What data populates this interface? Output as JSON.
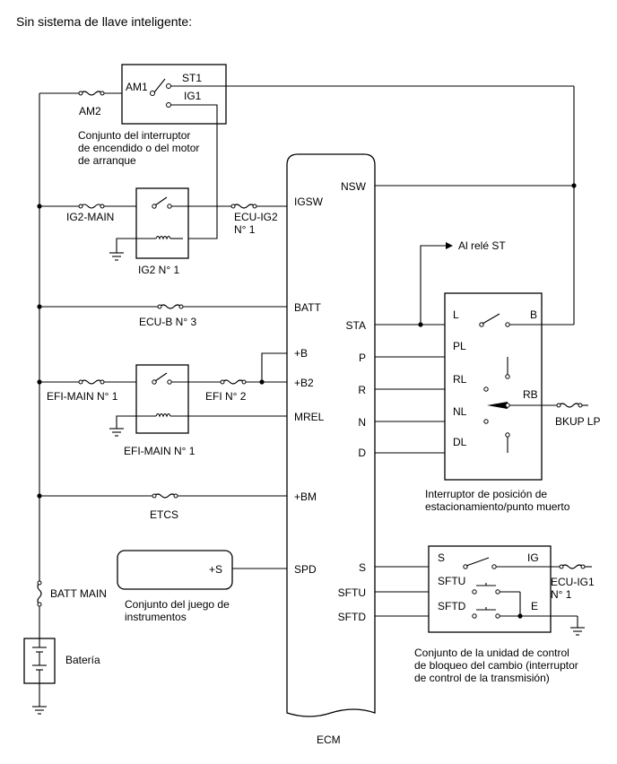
{
  "title": "Sin sistema de llave inteligente:",
  "ecm": {
    "name": "ECM",
    "left_pins": [
      "IGSW",
      "BATT",
      "+B",
      "+B2",
      "MREL",
      "+BM",
      "SPD"
    ],
    "right_pins": [
      "NSW",
      "STA",
      "P",
      "R",
      "N",
      "D",
      "S",
      "SFTU",
      "SFTD"
    ]
  },
  "fuses": {
    "am2": "AM2",
    "ig2_main": "IG2-MAIN",
    "ecu_ig2": "ECU-IG2",
    "ecu_ig2_no": "N° 1",
    "ecu_b": "ECU-B N° 3",
    "efi_main": "EFI-MAIN N° 1",
    "efi_no2": "EFI N° 2",
    "etcs": "ETCS",
    "batt_main": "BATT MAIN",
    "bkup_lp": "BKUP LP",
    "ecu_ig1": "ECU-IG1",
    "ecu_ig1_no": "N° 1"
  },
  "ignition_switch": {
    "am1": "AM1",
    "st1": "ST1",
    "ig1": "IG1",
    "caption": [
      "Conjunto del interruptor",
      "de encendido o del motor",
      "de arranque"
    ]
  },
  "relays": {
    "ig2": "IG2 N° 1",
    "efi": "EFI-MAIN N° 1"
  },
  "st_relay_label": "Al relé ST",
  "park_neutral_switch": {
    "pins": {
      "l": "L",
      "b": "B",
      "pl": "PL",
      "rl": "RL",
      "rb": "RB",
      "nl": "NL",
      "dl": "DL"
    },
    "caption": [
      "Interruptor de posición de",
      "estacionamiento/punto muerto"
    ]
  },
  "instrument_cluster": {
    "pin": "+S",
    "caption": [
      "Conjunto del juego de",
      "instrumentos"
    ]
  },
  "shift_lock": {
    "pins": {
      "s": "S",
      "ig": "IG",
      "sftu": "SFTU",
      "sftd": "SFTD",
      "e": "E"
    },
    "caption": [
      "Conjunto de la unidad de control",
      "de bloqueo del cambio (interruptor",
      "de control de la transmisión)"
    ]
  },
  "battery": "Batería"
}
